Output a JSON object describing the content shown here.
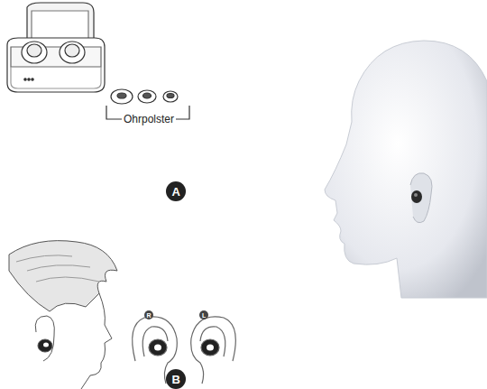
{
  "diagram": {
    "labels": [
      "Ohrpolster",
      "A",
      "R",
      "L",
      "B"
    ]
  }
}
